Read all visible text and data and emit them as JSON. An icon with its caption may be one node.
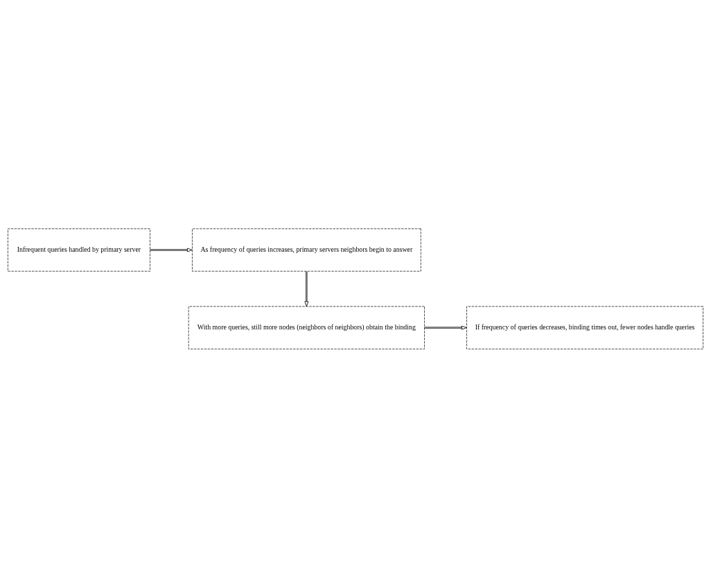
{
  "diagram": {
    "nodes": [
      {
        "text": [
          "Infrequent queries handled by primary server"
        ]
      },
      {
        "text": [
          "As frequency of queries increases, primary servers neighbors begin to answer"
        ]
      },
      {
        "text": [
          "With more queries, still more nodes (neighbors of neighbors) obtain the binding"
        ]
      },
      {
        "text": [
          "If frequency of queries decreases, binding times out, fewer nodes handle queries"
        ]
      }
    ],
    "edges": [
      {
        "from": 0,
        "to": 1,
        "arrow": "to"
      },
      {
        "from": 1,
        "to": 2,
        "arrow": "to"
      },
      {
        "from": 2,
        "to": 3,
        "arrow": "to"
      }
    ]
  }
}
